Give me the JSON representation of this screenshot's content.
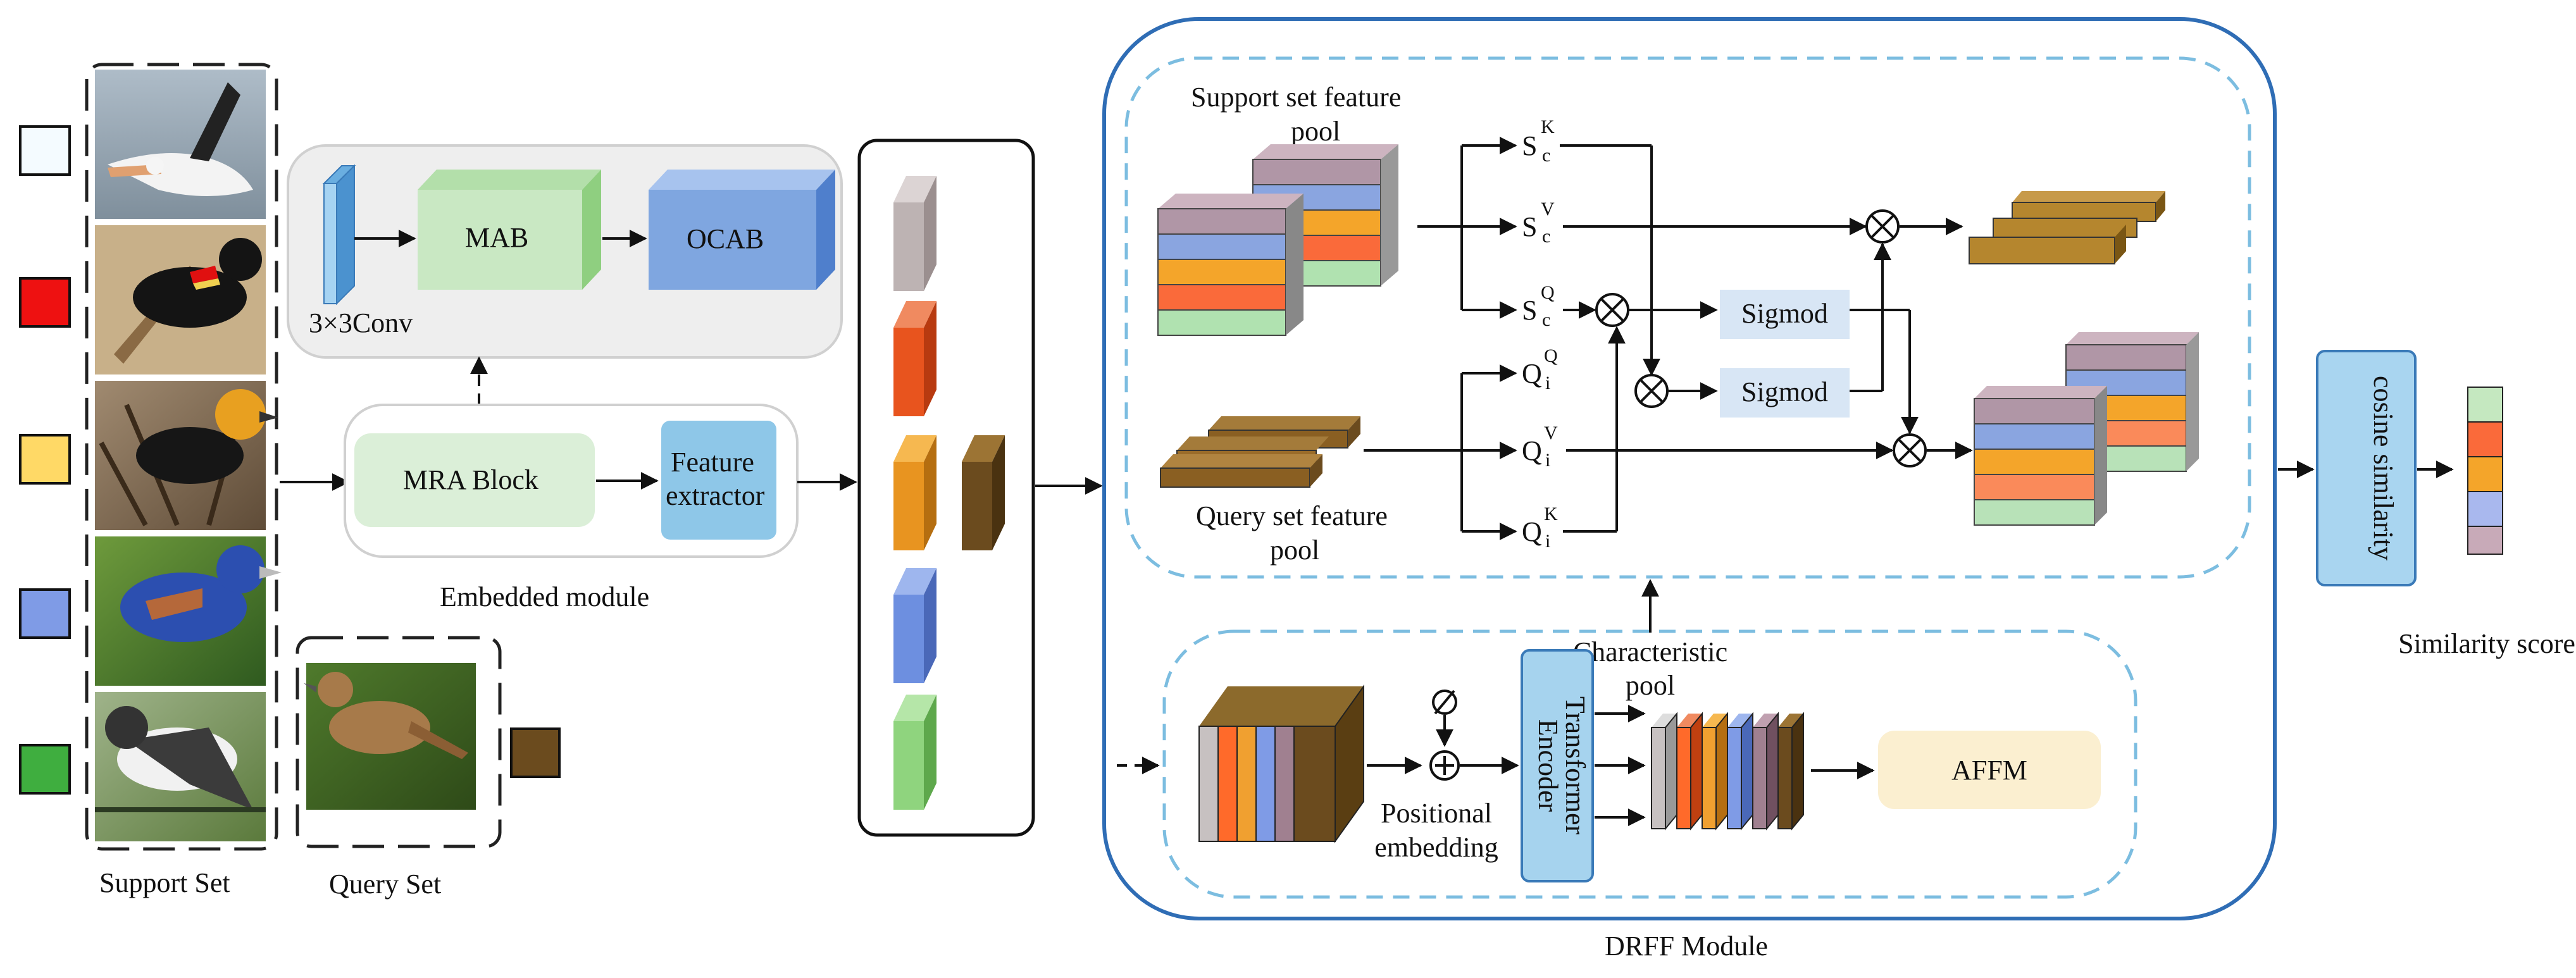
{
  "labels": {
    "support_set": "Support Set",
    "query_set": "Query Set",
    "conv": "3×3Conv",
    "mab": "MAB",
    "ocab": "OCAB",
    "mra_block": "MRA Block",
    "feature_extractor_1": "Feature",
    "feature_extractor_2": "extractor",
    "embedded_module": "Embedded module",
    "support_pool_1": "Support set feature",
    "support_pool_2": "pool",
    "query_pool_1": "Query set feature",
    "query_pool_2": "pool",
    "s": "S",
    "s_sub": "c",
    "q": "Q",
    "q_sub": "i",
    "sup_k": "K",
    "sup_v": "V",
    "sup_q": "Q",
    "sigmod_1": "Sigmod",
    "sigmod_2": "Sigmod",
    "characteristic_pool_1": "Characteristic",
    "characteristic_pool_2": "pool",
    "positional_1": "Positional",
    "positional_2": "embedding",
    "transformer_encoder_1": "Transformer",
    "transformer_encoder_2": "Encoder",
    "affm": "AFFM",
    "drff_module": "DRFF Module",
    "cosine_similarity": "cosine similarity",
    "similarity_score": "Similarity score"
  },
  "colors": {
    "class_swatches": [
      "#f4fbff",
      "#ee1111",
      "#ffd966",
      "#7f9be6",
      "#3fae3f"
    ],
    "query_swatch": "#6b4b1e",
    "mab_box": "#c9e8c3",
    "ocab_box": "#7fa6e0",
    "mra_box": "#dbefd8",
    "feature_box": "#8ec7e8",
    "transformer_box": "#a6d3ee",
    "affm_box": "#fbefd0",
    "sigmod_box": "#d8e6f5",
    "cosine_box": "#a9d5f0",
    "drff_border": "#2f6db5",
    "dashed_blue": "#7cbde0"
  },
  "images": [
    {
      "name": "pelican-photo"
    },
    {
      "name": "red-winged-blackbird-photo"
    },
    {
      "name": "yellow-headed-blackbird-photo"
    },
    {
      "name": "blue-grosbeak-photo"
    },
    {
      "name": "kingbird-photo"
    },
    {
      "name": "query-thrasher-photo"
    }
  ],
  "icons": [
    "multiply-icon",
    "plus-icon",
    "empty-set-icon",
    "arrow-icon"
  ]
}
